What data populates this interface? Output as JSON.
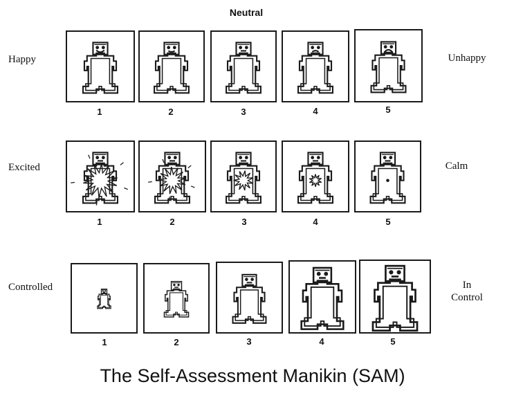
{
  "top_label": "Neutral",
  "caption": "The Self-Assessment Manikin (SAM)",
  "rows": [
    {
      "left_label": "Happy",
      "right_label": "Unhappy",
      "dimension": "valence",
      "items": [
        {
          "number": "1",
          "mouth": "big-smile"
        },
        {
          "number": "2",
          "mouth": "smile"
        },
        {
          "number": "3",
          "mouth": "flat"
        },
        {
          "number": "4",
          "mouth": "frown"
        },
        {
          "number": "5",
          "mouth": "big-frown"
        }
      ]
    },
    {
      "left_label": "Excited",
      "right_label": "Calm",
      "dimension": "arousal",
      "items": [
        {
          "number": "1",
          "arousal_level": 1.0
        },
        {
          "number": "2",
          "arousal_level": 0.75
        },
        {
          "number": "3",
          "arousal_level": 0.5
        },
        {
          "number": "4",
          "arousal_level": 0.25
        },
        {
          "number": "5",
          "arousal_level": 0.0
        }
      ]
    },
    {
      "left_label": "Controlled",
      "right_label": "In\nControl",
      "dimension": "dominance",
      "items": [
        {
          "number": "1",
          "figure_scale": 0.3
        },
        {
          "number": "2",
          "figure_scale": 0.55
        },
        {
          "number": "3",
          "figure_scale": 0.75
        },
        {
          "number": "4",
          "figure_scale": 0.95
        },
        {
          "number": "5",
          "figure_scale": 1.0
        }
      ]
    }
  ]
}
